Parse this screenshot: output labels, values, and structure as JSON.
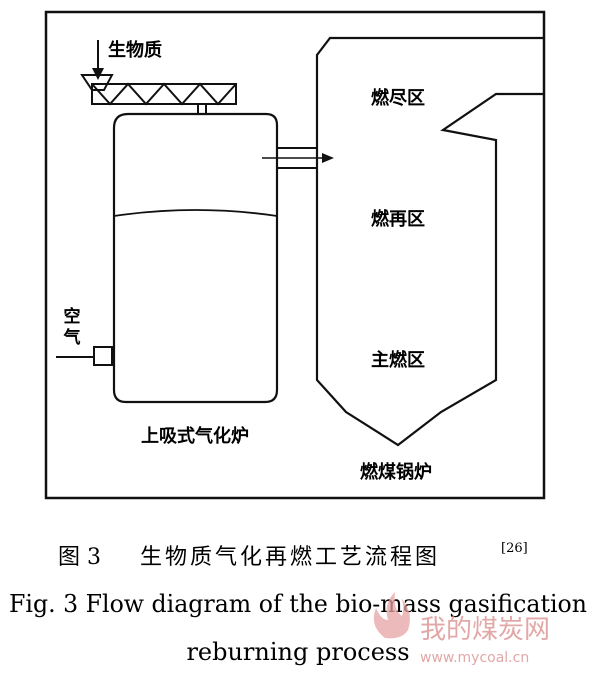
{
  "diagram": {
    "labels": {
      "biomass": "生物质",
      "air": "空气",
      "burnout_zone": "燃尽区",
      "reburn_zone": "燃再区",
      "main_zone": "主燃区",
      "gasifier": "上吸式气化炉",
      "boiler": "燃煤锅炉"
    }
  },
  "caption": {
    "cn_prefix": "图 3",
    "cn_title": "生物质气化再燃工艺流程图",
    "ref": "[26]",
    "en_line1": "Fig. 3  Flow diagram of the bio-mass gasification",
    "en_line2": "reburning process"
  },
  "watermark": {
    "text_cn": "我的煤炭网",
    "url": "www.mycoal.cn",
    "color": "#d98a8a"
  }
}
